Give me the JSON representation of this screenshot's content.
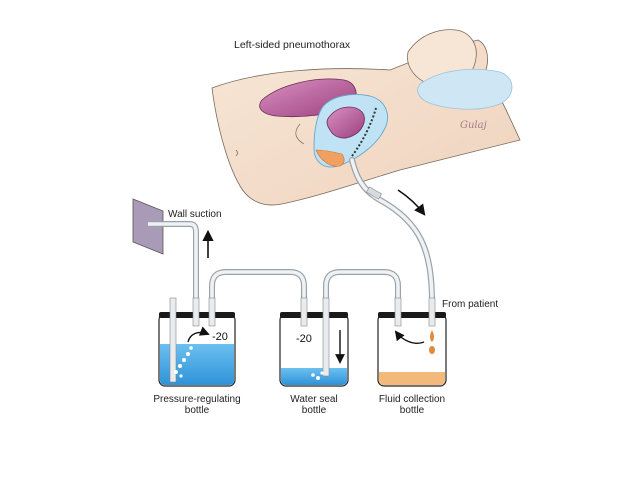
{
  "title": "Left-sided pneumothorax",
  "artist_signature": "Gulaj",
  "labels": {
    "wall_suction": "Wall suction",
    "from_patient": "From patient"
  },
  "bottles": [
    {
      "name": "Pressure-regulating",
      "line2": "bottle",
      "pressure": "-20"
    },
    {
      "name": "Water seal",
      "line2": "bottle",
      "pressure": "-20"
    },
    {
      "name": "Fluid collection",
      "line2": "bottle",
      "pressure": ""
    }
  ],
  "colors": {
    "skin": "#f5e2d0",
    "lung_pink": "#c06aa0",
    "water_blue": "#4aa8e6",
    "fluid_orange": "#f3b97a",
    "tubing": "#e8ecef",
    "bottle_cap": "#1a1a1a"
  }
}
